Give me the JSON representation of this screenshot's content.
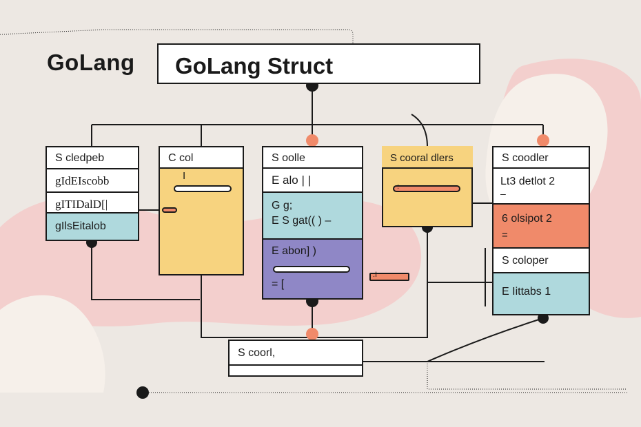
{
  "title_left": "GoLang",
  "title_box": "GoLang Struct",
  "cards": {
    "c1": {
      "header": "S cledpeb",
      "row1": "gIdEIscobb",
      "row2": "gITIDalD[|",
      "row3": "gIlsEitalob"
    },
    "c2": {
      "header": "C col",
      "mark1": "I",
      "mark2": ":"
    },
    "c3": {
      "header": "S oolle",
      "row1": "E alo  |  |",
      "row2a": "G g;",
      "row2b": "E S gat(( ) –",
      "row3": "E abon] )",
      "row3b": "=  ["
    },
    "c4": {
      "header": "S cooral dlers",
      "mark": ":"
    },
    "c5": {
      "header": "S coodler",
      "row1": "Lt3 detlot   2",
      "row1b": "–",
      "row2": "6 olsipot   2",
      "row2b": "=",
      "row3": "S coloper",
      "row4": "E  Iittabs   1"
    },
    "bottom": {
      "label": "S coorl,"
    }
  },
  "colors": {
    "background": "#ede8e3",
    "blue": "#afd9dd",
    "yellow": "#f7d37f",
    "purple": "#8f87c6",
    "coral": "#f08a6a",
    "blob_pink": "#f3cfcd",
    "outline": "#1a1a1a"
  }
}
